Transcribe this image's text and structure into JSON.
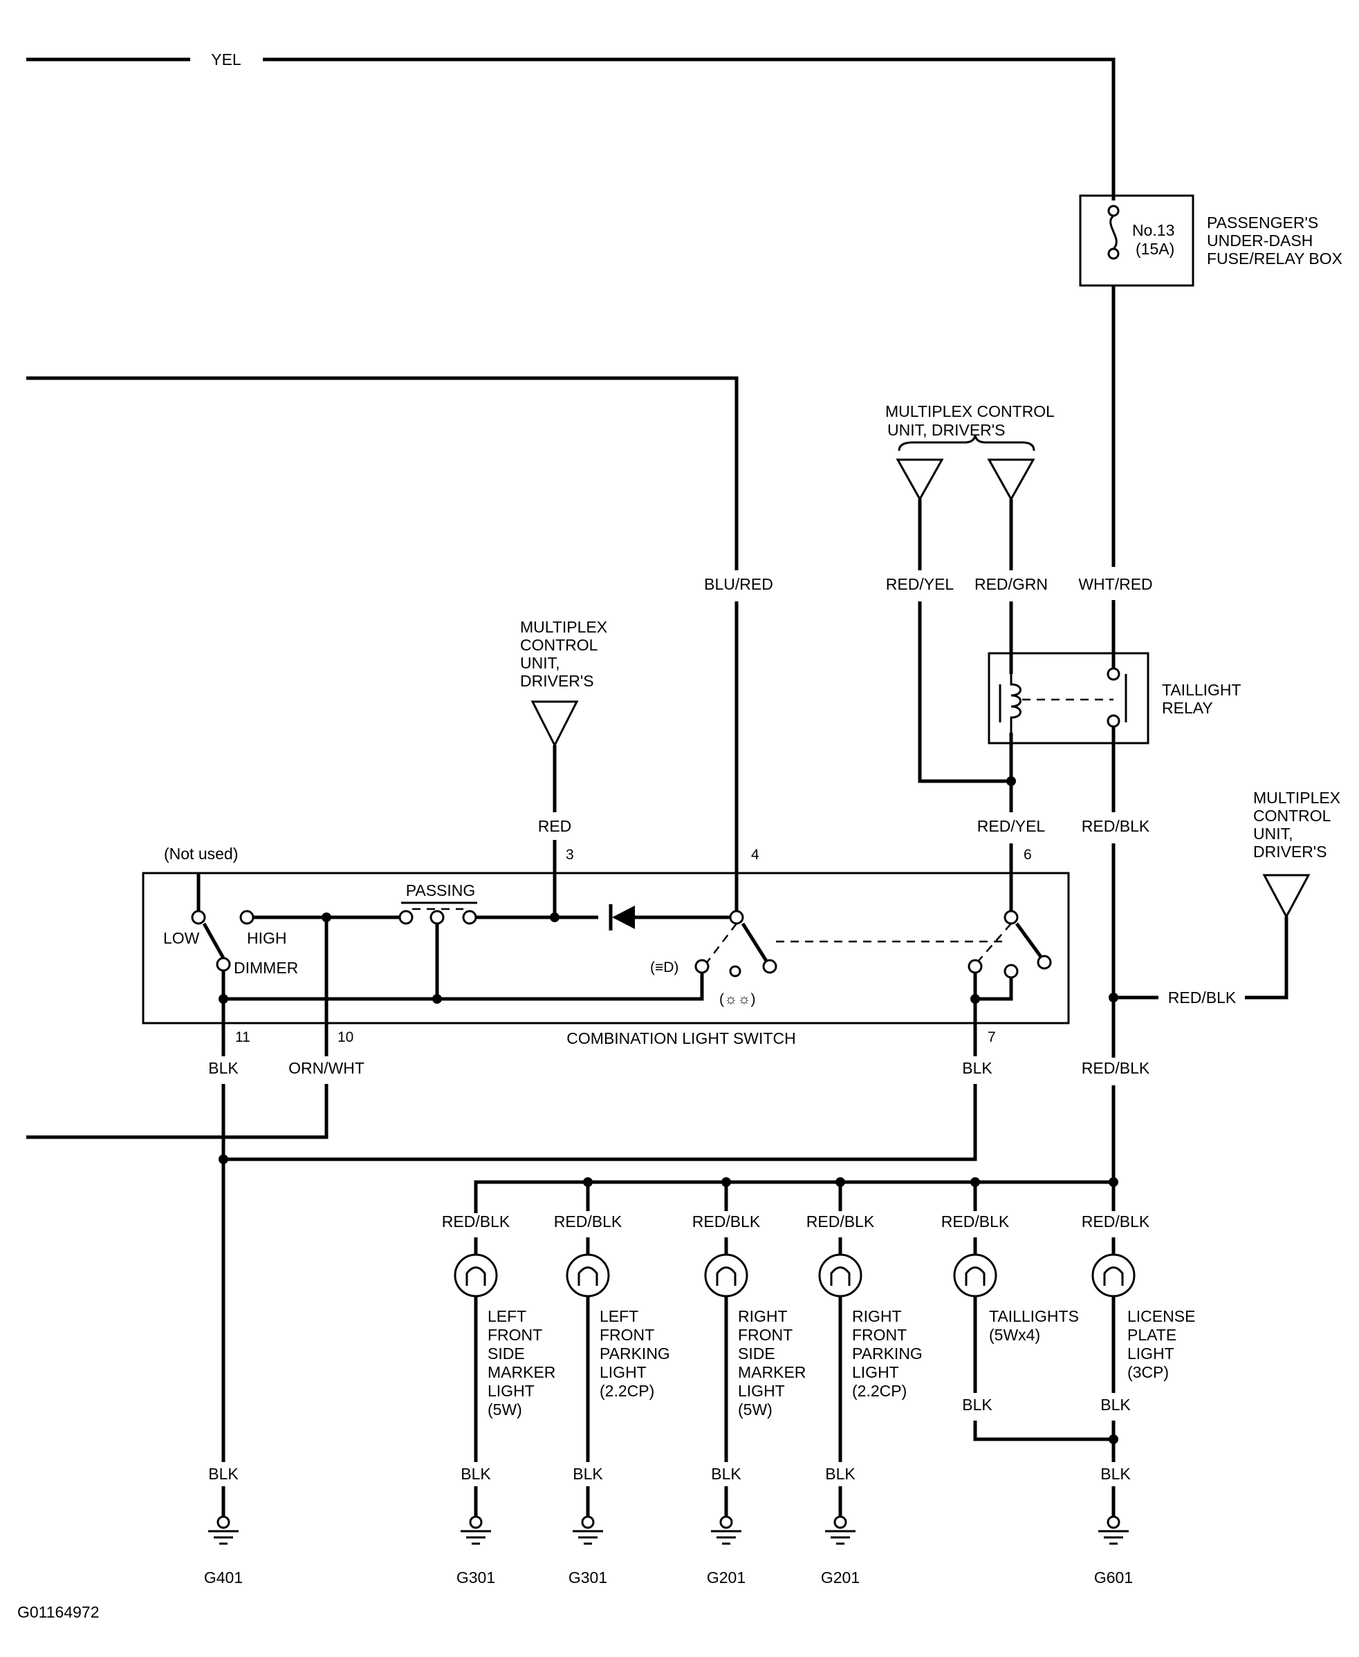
{
  "wires": {
    "yel": "YEL",
    "blu_red": "BLU/RED",
    "red_yel": "RED/YEL",
    "red_grn": "RED/GRN",
    "wht_red": "WHT/RED",
    "red": "RED",
    "red_blk": "RED/BLK",
    "blk": "BLK",
    "orn_wht": "ORN/WHT"
  },
  "fuse": {
    "name": "No.13",
    "rating": "(15A)"
  },
  "fuse_box": [
    "PASSENGER'S",
    "UNDER-DASH",
    "FUSE/RELAY BOX"
  ],
  "mcu_top": [
    "MULTIPLEX CONTROL",
    "UNIT, DRIVER'S"
  ],
  "mcu_left": [
    "MULTIPLEX",
    "CONTROL",
    "UNIT,",
    "DRIVER'S"
  ],
  "mcu_right": [
    "MULTIPLEX",
    "CONTROL",
    "UNIT,",
    "DRIVER'S"
  ],
  "relay": [
    "TAILLIGHT",
    "RELAY"
  ],
  "switch": {
    "name": "COMBINATION LIGHT SWITCH",
    "not_used": "(Not used)",
    "passing": "PASSING",
    "low": "LOW",
    "high": "HIGH",
    "dimmer": "DIMMER",
    "pins": {
      "p3": "3",
      "p4": "4",
      "p6": "6",
      "p7": "7",
      "p10": "10",
      "p11": "11"
    },
    "pos_park": "(≡D)",
    "pos_off": "(☼☼)"
  },
  "bulbs": [
    {
      "lines": [
        "LEFT",
        "FRONT",
        "SIDE",
        "MARKER",
        "LIGHT",
        "(5W)"
      ],
      "ground": "G301"
    },
    {
      "lines": [
        "LEFT",
        "FRONT",
        "PARKING",
        "LIGHT",
        "(2.2CP)"
      ],
      "ground": "G301"
    },
    {
      "lines": [
        "RIGHT",
        "FRONT",
        "SIDE",
        "MARKER",
        "LIGHT",
        "(5W)"
      ],
      "ground": "G201"
    },
    {
      "lines": [
        "RIGHT",
        "FRONT",
        "PARKING",
        "LIGHT",
        "(2.2CP)"
      ],
      "ground": "G201"
    },
    {
      "lines": [
        "TAILLIGHTS",
        "(5Wx4)"
      ]
    },
    {
      "lines": [
        "LICENSE",
        "PLATE",
        "LIGHT",
        "(3CP)"
      ],
      "ground": "G601"
    }
  ],
  "grounds": {
    "g401": "G401"
  },
  "figure_id": "G01164972"
}
